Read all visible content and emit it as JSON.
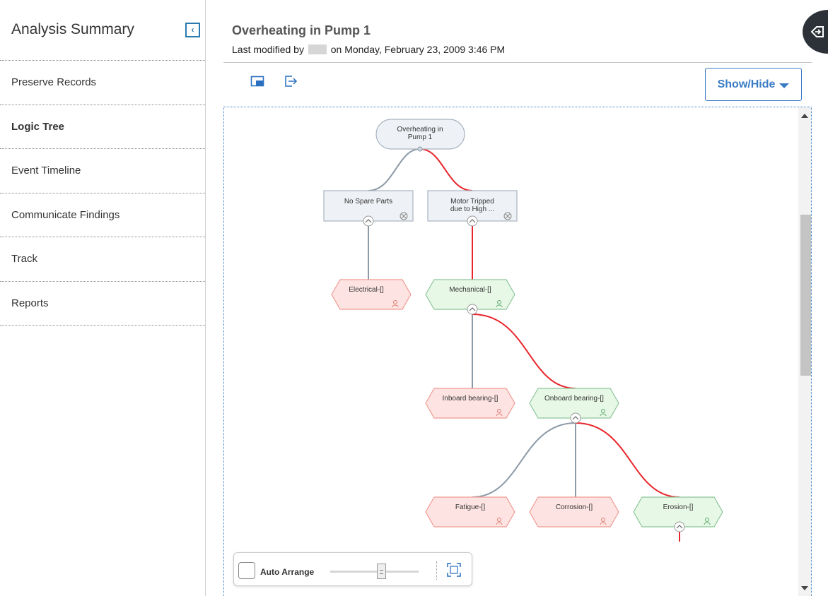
{
  "sidebar": {
    "title": "Analysis Summary",
    "collapse_icon": "chevron-left",
    "items": [
      {
        "label": "Preserve Records",
        "active": false
      },
      {
        "label": "Logic Tree",
        "active": true
      },
      {
        "label": "Event Timeline",
        "active": false
      },
      {
        "label": "Communicate Findings",
        "active": false
      },
      {
        "label": "Track",
        "active": false
      },
      {
        "label": "Reports",
        "active": false
      }
    ]
  },
  "header": {
    "title": "Overheating in Pump 1",
    "modified_prefix": "Last modified by",
    "modified_suffix": "on Monday, February 23, 2009 3:46 PM"
  },
  "toolbar": {
    "icons": [
      "window-icon",
      "export-icon"
    ],
    "show_hide_label": "Show/Hide"
  },
  "tree": {
    "root": {
      "label_line1": "Overheating in",
      "label_line2": "Pump 1"
    },
    "nodes": [
      {
        "id": "no-spare-parts",
        "label_line1": "No Spare Parts",
        "label_line2": "",
        "kind": "mode"
      },
      {
        "id": "motor-tripped",
        "label_line1": "Motor Tripped",
        "label_line2": "due to High ...",
        "kind": "mode"
      },
      {
        "id": "electrical",
        "label": "Electrical-[]",
        "kind": "hypothesis",
        "status": "false"
      },
      {
        "id": "mechanical",
        "label": "Mechanical-[]",
        "kind": "hypothesis",
        "status": "true"
      },
      {
        "id": "inboard-bearing",
        "label": "Inboard bearing-[]",
        "kind": "hypothesis",
        "status": "false"
      },
      {
        "id": "onboard-bearing",
        "label": "Onboard bearing-[]",
        "kind": "hypothesis",
        "status": "true"
      },
      {
        "id": "fatigue",
        "label": "Fatigue-[]",
        "kind": "hypothesis",
        "status": "false"
      },
      {
        "id": "corrosion",
        "label": "Corrosion-[]",
        "kind": "hypothesis",
        "status": "false"
      },
      {
        "id": "erosion",
        "label": "Erosion-[]",
        "kind": "hypothesis",
        "status": "true"
      }
    ],
    "colors": {
      "true_fill": "#e8f8e6",
      "true_stroke": "#8cc59a",
      "false_fill": "#fde4e2",
      "false_stroke": "#ef9a92",
      "mode_fill": "#eef1f5",
      "mode_stroke": "#a9b3bf",
      "link_grey": "#8c99a6",
      "link_red": "#e8262b"
    }
  },
  "arrange": {
    "auto_arrange_label": "Auto Arrange",
    "auto_arrange_checked": false,
    "fit_icon": "fit-to-screen-icon"
  },
  "float_button": {
    "icon": "navigation-icon"
  }
}
